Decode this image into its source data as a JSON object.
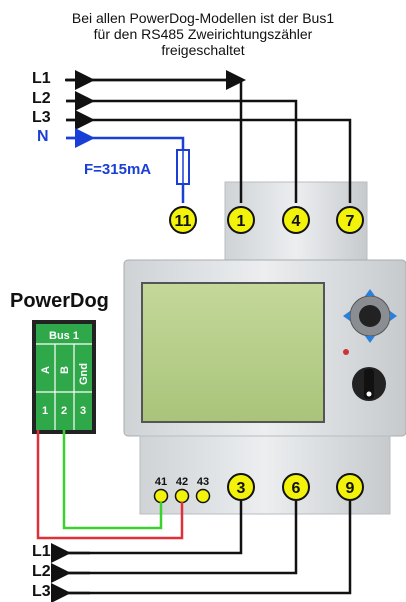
{
  "heading": {
    "line1": "Bei allen PowerDog-Modellen ist der Bus1",
    "line2": "für den RS485 Zweirichtungszähler",
    "line3": "freigeschaltet"
  },
  "inputs": {
    "l1": "L1",
    "l2": "L2",
    "l3": "L3",
    "n": "N"
  },
  "fuse": {
    "label": "F=315mA"
  },
  "top_terminals": [
    "11",
    "1",
    "4",
    "7"
  ],
  "bottom_terminals": {
    "bus": [
      "41",
      "42",
      "43"
    ],
    "phases": [
      "3",
      "6",
      "9"
    ]
  },
  "outputs": {
    "l1": "L1",
    "l2": "L2",
    "l3": "L3"
  },
  "powerdog": {
    "title": "PowerDog",
    "bus_label": "Bus 1",
    "pins": [
      "A",
      "B",
      "Gnd"
    ],
    "numbers": [
      "1",
      "2",
      "3"
    ]
  },
  "colors": {
    "wire": "#111111",
    "neutral": "#1a3fd6",
    "green_wire": "#39d22c",
    "red_wire": "#e0303a",
    "terminal_yellow": "#f2f20a",
    "pd_green": "#2fa84a"
  }
}
